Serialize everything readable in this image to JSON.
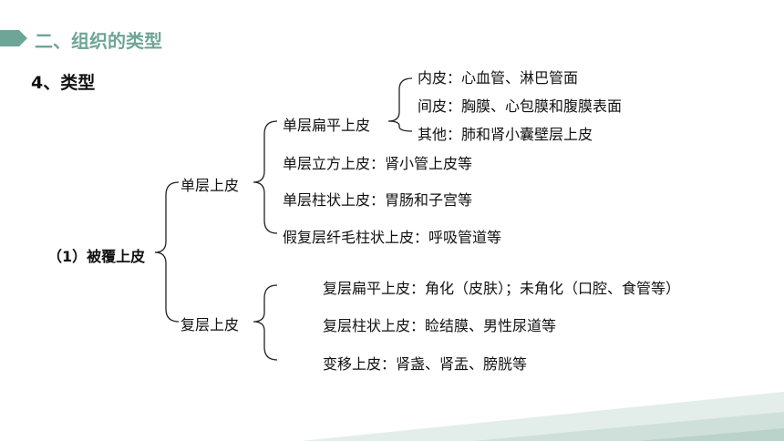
{
  "header": {
    "section_title": "二、组织的类型",
    "subheading": "4、类型"
  },
  "tree": {
    "root": "（1）被覆上皮",
    "single": {
      "label": "单层上皮",
      "squamous": {
        "label": "单层扁平上皮",
        "children": [
          "内皮：心血管、淋巴管面",
          "间皮：胸膜、心包膜和腹膜表面",
          "其他：肺和肾小囊壁层上皮"
        ]
      },
      "cuboidal": "单层立方上皮：肾小管上皮等",
      "columnar": "单层柱状上皮：胃肠和子宫等",
      "pseudostratified": "假复层纤毛柱状上皮：呼吸管道等"
    },
    "stratified": {
      "label": "复层上皮",
      "squamous": "复层扁平上皮：角化（皮肤）；未角化（口腔、食管等）",
      "columnar": "复层柱状上皮：睑结膜、男性尿道等",
      "transitional": "变移上皮：肾盏、肾盂、膀胱等"
    }
  },
  "colors": {
    "accent": "#6fa596",
    "accent_light": "#cfe0da",
    "text": "#111111"
  }
}
